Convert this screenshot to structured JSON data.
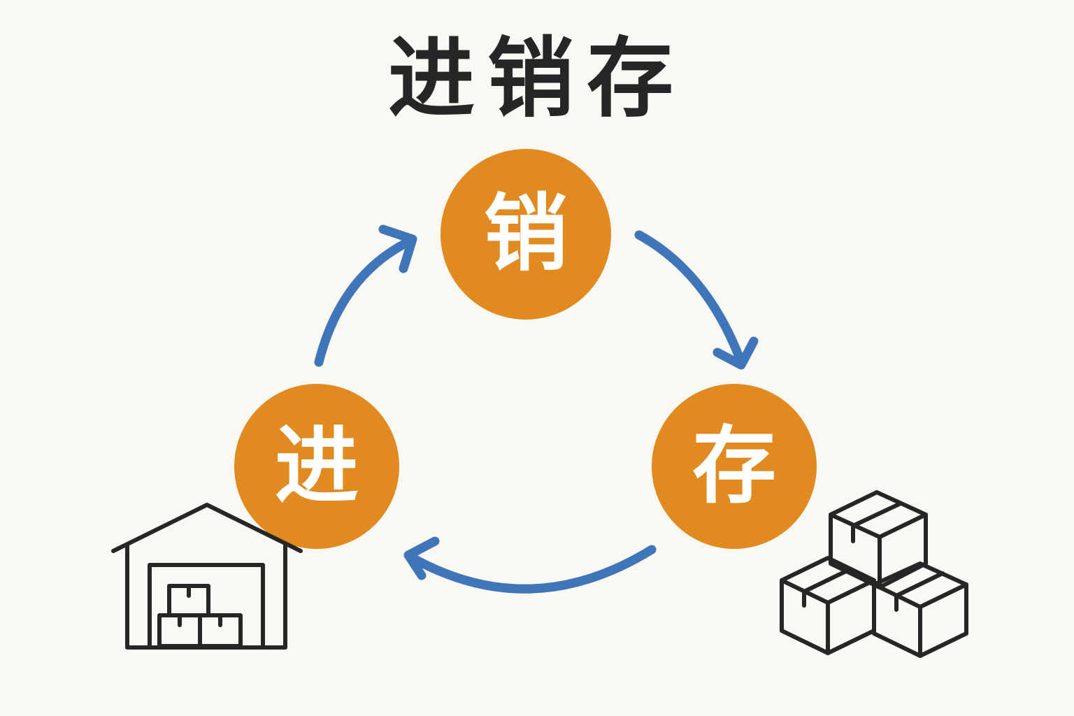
{
  "title": "进销存",
  "colors": {
    "background": "#faf8f3",
    "node_fill": "#e08a20",
    "node_text": "#ffffff",
    "arrow": "#3f76ba",
    "icon_stroke": "#262626",
    "title_text": "#262626"
  },
  "nodes": {
    "purchase": {
      "label": "进"
    },
    "sales": {
      "label": "销"
    },
    "inventory": {
      "label": "存"
    }
  },
  "icons": {
    "warehouse": "warehouse-icon",
    "boxes": "stacked-boxes-icon"
  }
}
